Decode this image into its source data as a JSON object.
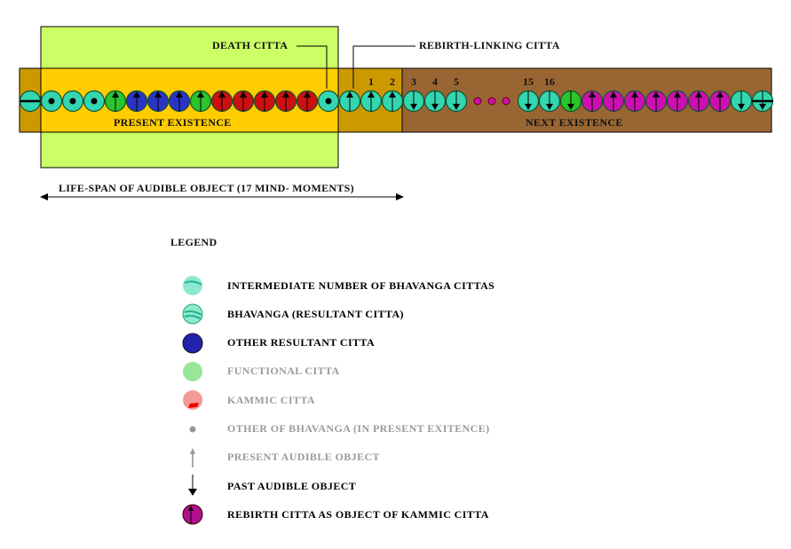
{
  "labels": {
    "death_citta": "DEATH CITTA",
    "rebirth_linking": "REBIRTH-LINKING CITTA",
    "present_existence": "PRESENT EXISTENCE",
    "next_existence": "NEXT EXISTENCE",
    "lifespan": "LIFE-SPAN OF AUDIBLE OBJECT (17 MIND- MOMENTS)",
    "legend_title": "LEGEND"
  },
  "colors": {
    "teal": "#33d6b0",
    "blue": "#2b35c4",
    "green": "#2bc42b",
    "red": "#cc1010",
    "magenta": "#cc10b0",
    "light_green_box": "#ccff66",
    "yellow": "#ffcc00",
    "gold": "#cc9900",
    "brown": "#996633"
  },
  "sequence": [
    {
      "type": "teal",
      "mark": "line"
    },
    {
      "type": "teal",
      "mark": "dot"
    },
    {
      "type": "teal",
      "mark": "dot"
    },
    {
      "type": "teal",
      "mark": "dot"
    },
    {
      "type": "green",
      "mark": "up"
    },
    {
      "type": "blue",
      "mark": "up"
    },
    {
      "type": "blue",
      "mark": "up"
    },
    {
      "type": "blue",
      "mark": "up"
    },
    {
      "type": "green",
      "mark": "up"
    },
    {
      "type": "red",
      "mark": "up"
    },
    {
      "type": "red",
      "mark": "up"
    },
    {
      "type": "red",
      "mark": "up"
    },
    {
      "type": "red",
      "mark": "up"
    },
    {
      "type": "red",
      "mark": "up"
    },
    {
      "type": "teal",
      "mark": "dot"
    },
    {
      "type": "teal",
      "mark": "up"
    },
    {
      "type": "teal",
      "mark": "up",
      "num": "1"
    },
    {
      "type": "teal",
      "mark": "up",
      "num": "2"
    },
    {
      "type": "teal",
      "mark": "down",
      "num": "3"
    },
    {
      "type": "teal",
      "mark": "down",
      "num": "4"
    },
    {
      "type": "teal",
      "mark": "down",
      "num": "5"
    },
    {
      "type": "gap"
    },
    {
      "type": "teal",
      "mark": "down",
      "num": "15"
    },
    {
      "type": "teal",
      "mark": "down",
      "num": "16"
    },
    {
      "type": "green",
      "mark": "down"
    },
    {
      "type": "magenta",
      "mark": "up"
    },
    {
      "type": "magenta",
      "mark": "up"
    },
    {
      "type": "magenta",
      "mark": "up"
    },
    {
      "type": "magenta",
      "mark": "up"
    },
    {
      "type": "magenta",
      "mark": "up"
    },
    {
      "type": "magenta",
      "mark": "up"
    },
    {
      "type": "magenta",
      "mark": "up"
    },
    {
      "type": "teal",
      "mark": "down"
    },
    {
      "type": "teal",
      "mark": "downline"
    }
  ],
  "legend": [
    {
      "icon": "intermediate-bhavanga-icon",
      "text": "INTERMEDIATE NUMBER OF BHAVANGA CITTAS",
      "gray": false
    },
    {
      "icon": "bhavanga-icon",
      "text": "BHAVANGA (RESULTANT CITTA)",
      "gray": false
    },
    {
      "icon": "other-resultant-icon",
      "text": "OTHER RESULTANT CITTA",
      "gray": false
    },
    {
      "icon": "functional-icon",
      "text": "FUNCTIONAL CITTA",
      "gray": true
    },
    {
      "icon": "kammic-icon",
      "text": "KAMMIC CITTA",
      "gray": true
    },
    {
      "icon": "small-dot-icon",
      "text": "OTHER OF BHAVANGA (IN PRESENT EXITENCE)",
      "gray": true
    },
    {
      "icon": "up-arrow-icon",
      "text": "PRESENT AUDIBLE OBJECT",
      "gray": true
    },
    {
      "icon": "down-arrow-icon",
      "text": "PAST AUDIBLE OBJECT",
      "gray": false
    },
    {
      "icon": "rebirth-citta-icon",
      "text": "REBIRTH CITTA AS OBJECT OF KAMMIC CITTA",
      "gray": false
    }
  ]
}
